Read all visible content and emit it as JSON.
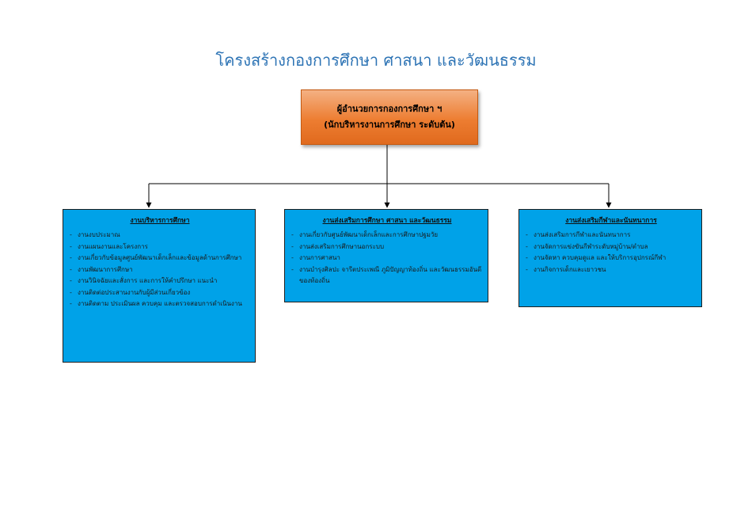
{
  "title": "โครงสร้างกองการศึกษา ศาสนา และวัฒนธรรม",
  "head": {
    "line1": "ผู้อำนวยการกองการศึกษา ฯ",
    "line2": "(นักบริหารงานการศึกษา ระดับต้น)"
  },
  "departments": [
    {
      "title": "งานบริหารการศึกษา",
      "items": [
        "งานงบประมาณ",
        "งานแผนงานและโครงการ",
        "งานเกี่ยวกับข้อมูลศูนย์พัฒนาเด็กเล็กและข้อมูลด้านการศึกษา",
        "งานพัฒนาการศึกษา",
        "งานวินิจฉัยและสั่งการ และการให้คำปรึกษา แนะนำ",
        "งานติดต่อประสานงานกับผู้มีส่วนเกี่ยวข้อง",
        "งานติดตาม ประเมินผล ควบคุม และตรวจสอบการดำเนินงาน"
      ]
    },
    {
      "title": "งานส่งเสริมการศึกษา ศาสนา และวัฒนธรรม",
      "items": [
        "งานเกี่ยวกับศูนย์พัฒนาเด็กเล็กและการศึกษาปฐมวัย",
        "งานส่งเสริมการศึกษานอกระบบ",
        "งานการศาสนา",
        "งานบำรุงศิลปะ จารีตประเพณี ภูมิปัญญาท้องถิ่น และวัฒนธรรมอันดีของท้องถิ่น"
      ]
    },
    {
      "title": "งานส่งเสริมกีฬาและนันทนาการ",
      "items": [
        "งานส่งเสริมการกีฬาและนันทนาการ",
        "งานจัดการแข่งขันกีฬาระดับหมู่บ้าน/ตำบล",
        "งานจัดหา ควบคุมดูแล และให้บริการอุปกรณ์กีฬา",
        "งานกิจการเด็กและเยาวชน"
      ]
    }
  ]
}
